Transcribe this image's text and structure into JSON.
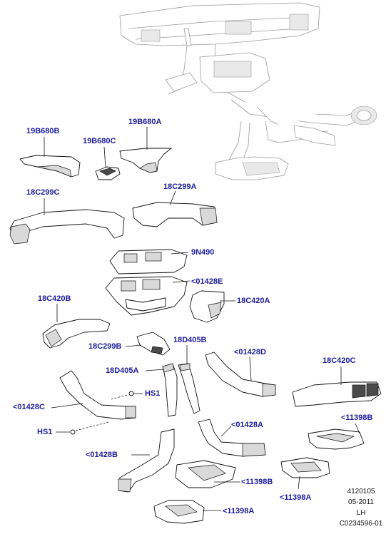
{
  "labels": {
    "l_19B680B": "19B680B",
    "l_19B680C": "19B680C",
    "l_19B680A": "19B680A",
    "l_18C299C": "18C299C",
    "l_18C299A": "18C299A",
    "l_9N490": "9N490",
    "l_01428E": "<01428E",
    "l_18C420B": "18C420B",
    "l_18C420A": "18C420A",
    "l_18D405B": "18D405B",
    "l_18C299B": "18C299B",
    "l_01428D": "<01428D",
    "l_18D405A": "18D405A",
    "l_18C420C": "18C420C",
    "l_HS1_top": "HS1",
    "l_01428C": "<01428C",
    "l_11398B_right": "<11398B",
    "l_HS1_left": "HS1",
    "l_01428A": "<01428A",
    "l_01428B": "<01428B",
    "l_11398B": "<11398B",
    "l_11398A_right": "<11398A",
    "l_11398A": "<11398A"
  },
  "info": {
    "code": "4120105",
    "date": "05-2011",
    "side": "LH",
    "ref": "C0234596-01"
  },
  "colors": {
    "label": "#1d1d9e",
    "line": "#111111",
    "ghost": "#9a9a9a"
  }
}
